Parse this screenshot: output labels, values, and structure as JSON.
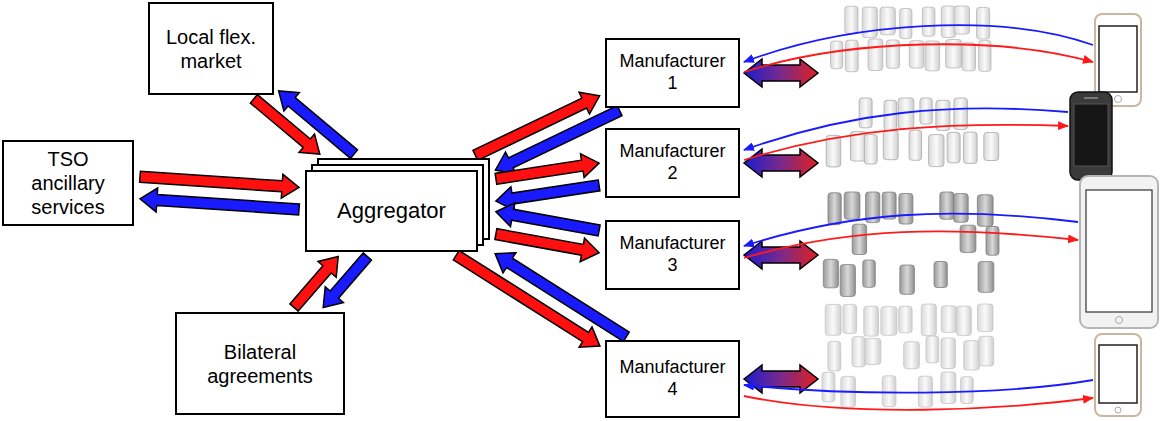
{
  "diagram": {
    "nodes": [
      {
        "text": [
          "Local flex. market"
        ]
      },
      {
        "text": [
          "TSO ancillary services"
        ]
      },
      {
        "text": [
          "Aggregator"
        ]
      },
      {
        "text": [
          "Bilateral agreements"
        ]
      },
      {
        "text": [
          "Manufacturer 1"
        ]
      },
      {
        "text": [
          "Manufacturer 2"
        ]
      },
      {
        "text": [
          "Manufacturer 3"
        ]
      },
      {
        "text": [
          "Manufacturer 4"
        ]
      }
    ],
    "edges": [
      {
        "from": 0,
        "to": 2,
        "arrow": "to"
      },
      {
        "from": 2,
        "to": 0,
        "arrow": "to"
      },
      {
        "from": 1,
        "to": 2,
        "arrow": "to"
      },
      {
        "from": 2,
        "to": 1,
        "arrow": "to"
      },
      {
        "from": 3,
        "to": 2,
        "arrow": "to"
      },
      {
        "from": 2,
        "to": 3,
        "arrow": "to"
      },
      {
        "from": 2,
        "to": 4,
        "arrow": "to"
      },
      {
        "from": 4,
        "to": 2,
        "arrow": "to"
      },
      {
        "from": 2,
        "to": 5,
        "arrow": "to"
      },
      {
        "from": 5,
        "to": 2,
        "arrow": "to"
      },
      {
        "from": 2,
        "to": 6,
        "arrow": "to"
      },
      {
        "from": 6,
        "to": 2,
        "arrow": "to"
      },
      {
        "from": 2,
        "to": 7,
        "arrow": "to"
      },
      {
        "from": 7,
        "to": 2,
        "arrow": "to"
      }
    ]
  }
}
